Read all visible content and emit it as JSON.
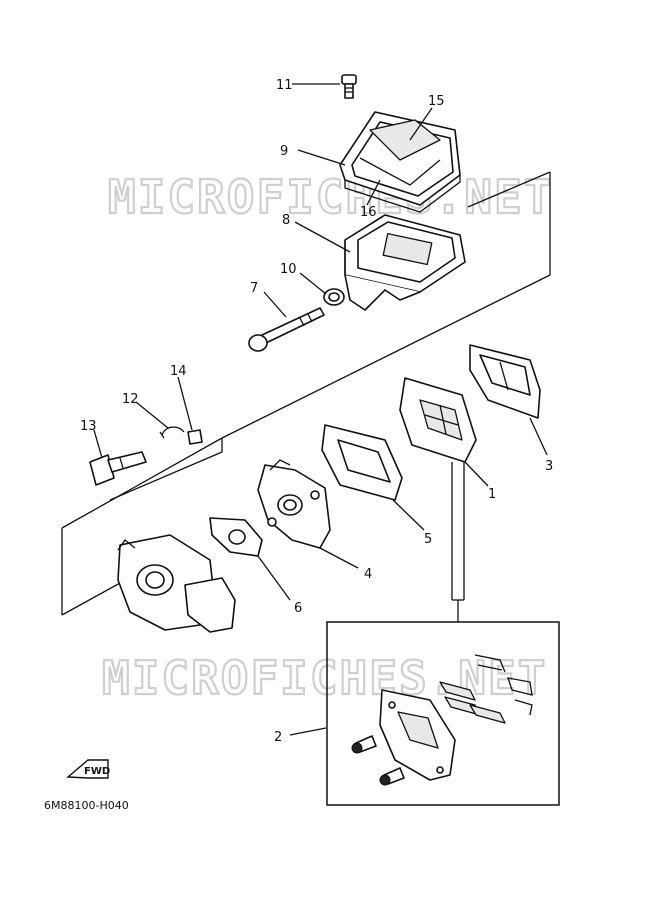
{
  "watermark_top": "MICROFICHES.NET",
  "watermark_bottom": "MICROFICHES.NET",
  "diagram_code": "6M88100-H040",
  "fwd_label": "FWD",
  "callouts": {
    "c1": "1",
    "c2": "2",
    "c3": "3",
    "c4": "4",
    "c5": "5",
    "c6": "6",
    "c7": "7",
    "c8": "8",
    "c9": "9",
    "c10": "10",
    "c11": "11",
    "c12": "12",
    "c13": "13",
    "c14": "14",
    "c15": "15",
    "c16": "16"
  }
}
